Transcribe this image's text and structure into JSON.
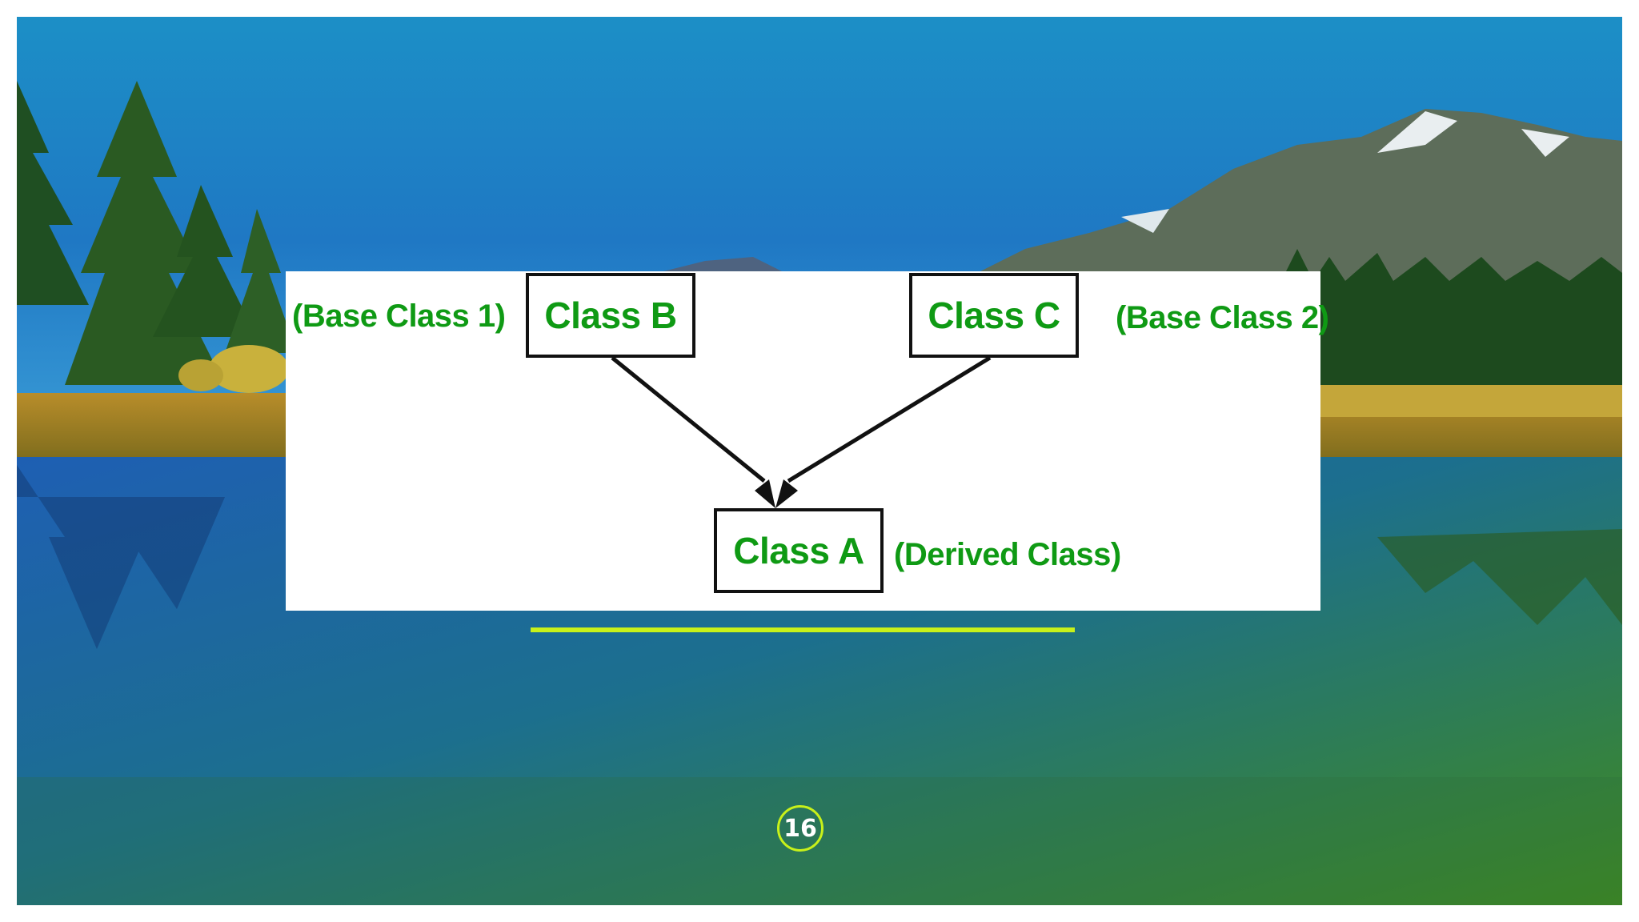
{
  "diagram": {
    "class_b": {
      "name": "Class B",
      "role": "(Base Class 1)"
    },
    "class_c": {
      "name": "Class C",
      "role": "(Base Class 2)"
    },
    "class_a": {
      "name": "Class A",
      "role": "(Derived Class)"
    },
    "edges": [
      {
        "from": "Class B",
        "to": "Class A"
      },
      {
        "from": "Class C",
        "to": "Class A"
      }
    ]
  },
  "footer": {
    "page_number": "16"
  },
  "colors": {
    "label_green": "#0f9a14",
    "accent_lime": "#c8f11a",
    "box_border": "#111111"
  }
}
